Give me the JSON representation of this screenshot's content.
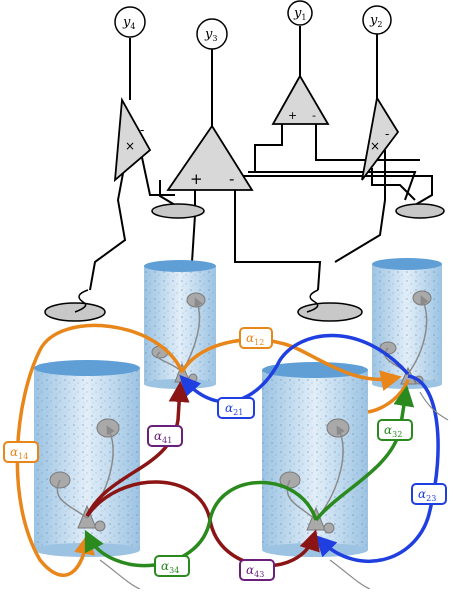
{
  "outputs": [
    {
      "var": "y",
      "sub": "4"
    },
    {
      "var": "y",
      "sub": "3"
    },
    {
      "var": "y",
      "sub": "1"
    },
    {
      "var": "y",
      "sub": "2"
    }
  ],
  "amplifier_signs": {
    "amp4": {
      "plus": "×",
      "minus": "-"
    },
    "amp3": {
      "plus": "+",
      "minus": "-"
    },
    "amp1": {
      "plus": "+",
      "minus": "-"
    },
    "amp2": {
      "plus": "×",
      "minus": "-"
    }
  },
  "couplings": [
    {
      "var": "α",
      "sub": "12",
      "color": "#e8861a"
    },
    {
      "var": "α",
      "sub": "21",
      "color": "#1f3fe0"
    },
    {
      "var": "α",
      "sub": "41",
      "color": "#8b1414"
    },
    {
      "var": "α",
      "sub": "14",
      "color": "#e8861a"
    },
    {
      "var": "α",
      "sub": "32",
      "color": "#2a8a1e"
    },
    {
      "var": "α",
      "sub": "23",
      "color": "#1f3fe0"
    },
    {
      "var": "α",
      "sub": "34",
      "color": "#2a8a1e"
    },
    {
      "var": "α",
      "sub": "43",
      "color": "#6a1f7a"
    }
  ],
  "colors": {
    "column_fill": "#cfe3f1",
    "column_top": "#5f9fd6",
    "neuron": "#a9a9a9",
    "amplifier": "#d8d8d8"
  }
}
